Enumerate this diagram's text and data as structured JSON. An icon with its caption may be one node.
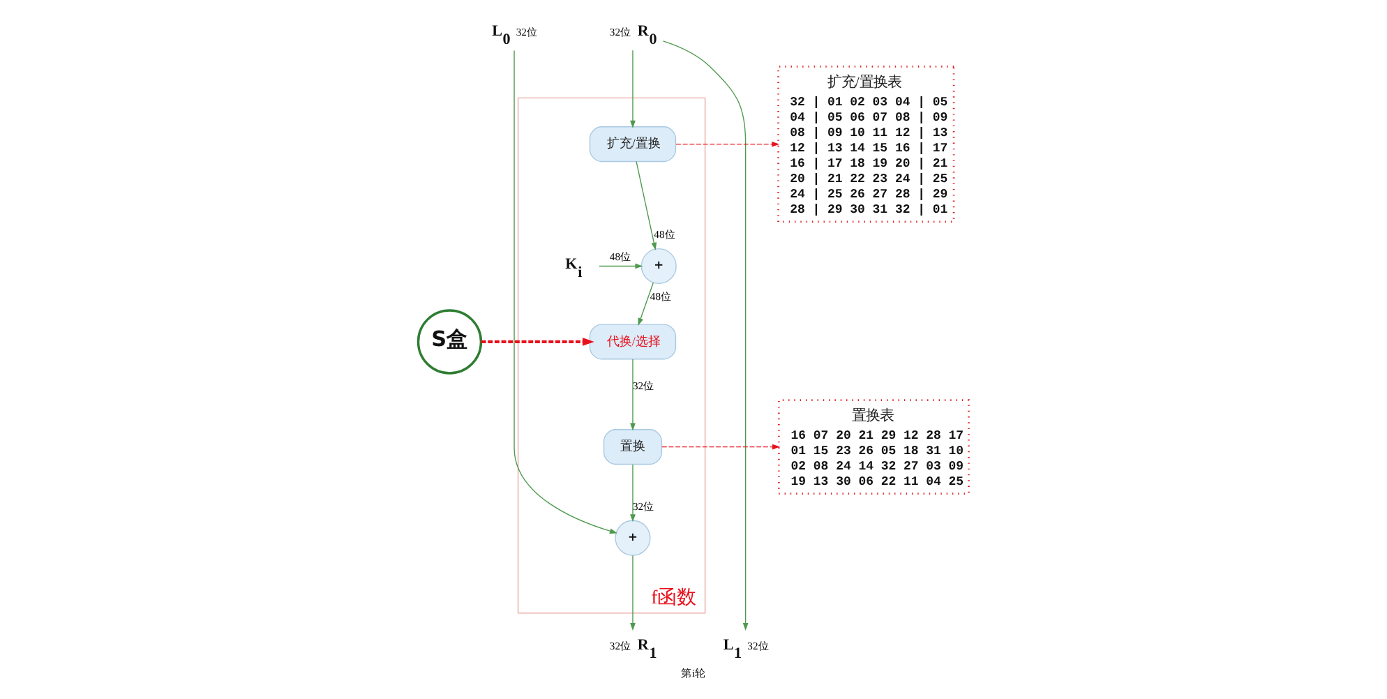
{
  "diagram": {
    "caption": "第i轮",
    "nodes": [
      {
        "text": [
          "L$_{0}$"
        ],
        "beside": [
          "32位"
        ]
      },
      {
        "text": [
          "R$_{0}$"
        ],
        "beside": [
          "32位"
        ]
      },
      {
        "text": [
          "f函数"
        ]
      },
      {
        "text": [
          "扩充/置换"
        ],
        "in": 2
      },
      {
        "text": [
          "+"
        ],
        "in": 2
      },
      {
        "text": [
          "K$_{i}$"
        ],
        "in": 2
      },
      {
        "text": [
          "代换/选择"
        ],
        "in": 2
      },
      {
        "text": [
          "置换"
        ],
        "in": 2
      },
      {
        "text": [
          "+"
        ],
        "in": 2
      },
      {
        "text": [
          "L$_{1}$"
        ],
        "beside": [
          "32位"
        ]
      },
      {
        "text": [
          "R$_{1}$"
        ],
        "beside": [
          "32位"
        ]
      },
      {
        "text": [
          "S盒"
        ]
      },
      {
        "text": [
          "扩充/置换表",
          "32 | 01 02 03 04 | 05",
          "04 | 05 06 07 08 | 09",
          "08 | 09 10 11 12 | 13",
          "12 | 13 14 15 16 | 17",
          "16 | 17 18 19 20 | 21",
          "20 | 21 22 23 24 | 25",
          "24 | 25 26 27 28 | 29",
          "28 | 29 30 31 32 | 01"
        ]
      },
      {
        "text": [
          "置换表",
          "16 07 20 21 29 12 28 17",
          "01 15 23 26 05 18 31 10",
          "02 08 24 14 32 27 03 09",
          "19 13 30 06 22 11 04 25"
        ]
      }
    ],
    "edges": [
      {
        "from": 0,
        "to": 8,
        "arrow": "to"
      },
      {
        "from": 1,
        "to": 9,
        "arrow": "to"
      },
      {
        "from": 1,
        "to": 3,
        "arrow": "to"
      },
      {
        "from": 3,
        "to": 4,
        "arrow": "to",
        "label": "48位"
      },
      {
        "from": 5,
        "to": 4,
        "arrow": "to",
        "label": "48位"
      },
      {
        "from": 4,
        "to": 6,
        "arrow": "to",
        "label": "48位"
      },
      {
        "from": 6,
        "to": 7,
        "arrow": "to",
        "label": "32位"
      },
      {
        "from": 7,
        "to": 8,
        "arrow": "to",
        "label": "32位"
      },
      {
        "from": 8,
        "to": 10,
        "arrow": "to"
      },
      {
        "from": 11,
        "to": 6,
        "arrow": "to",
        "style": "dashed",
        "color": "#e8101c"
      },
      {
        "from": 3,
        "to": 12,
        "arrow": "to",
        "style": "dashed",
        "color": "#e8101c"
      },
      {
        "from": 7,
        "to": 13,
        "arrow": "to",
        "style": "dashed",
        "color": "#e8101c"
      }
    ]
  }
}
